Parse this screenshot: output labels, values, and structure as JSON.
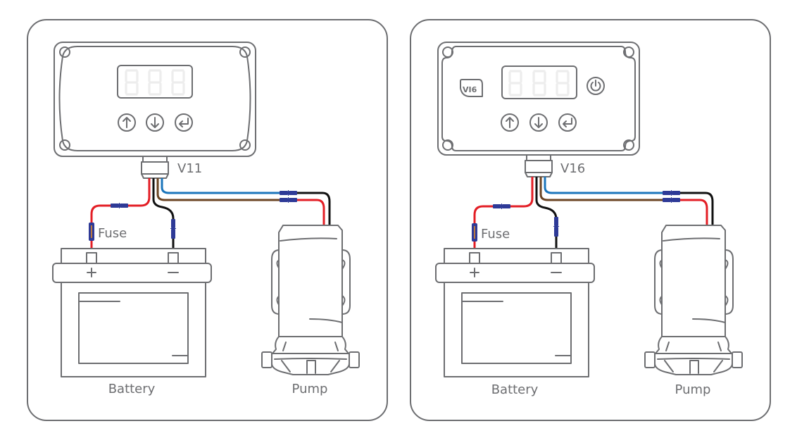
{
  "panels": [
    {
      "id": "v11",
      "controller_label": "V11",
      "display_digits": "888",
      "buttons": [
        "up-arrow",
        "down-arrow",
        "enter"
      ],
      "has_power_button": false,
      "has_logo": false,
      "fuse_label": "Fuse",
      "battery_label": "Battery",
      "battery_terminals": [
        "+",
        "−"
      ],
      "pump_label": "Pump"
    },
    {
      "id": "v16",
      "controller_label": "V16",
      "logo_text": "VI6",
      "display_digits": "888",
      "buttons": [
        "up-arrow",
        "down-arrow",
        "enter"
      ],
      "has_power_button": true,
      "has_logo": true,
      "fuse_label": "Fuse",
      "battery_label": "Battery",
      "battery_terminals": [
        "+",
        "−"
      ],
      "pump_label": "Pump"
    }
  ],
  "wire_colors": {
    "positive": "#e31e25",
    "negative": "#111111",
    "brown": "#6b4423",
    "blue": "#1b75bb",
    "connector": "#2e3a97",
    "fuse_element": "#f7941d",
    "outline": "#6d6e71"
  }
}
